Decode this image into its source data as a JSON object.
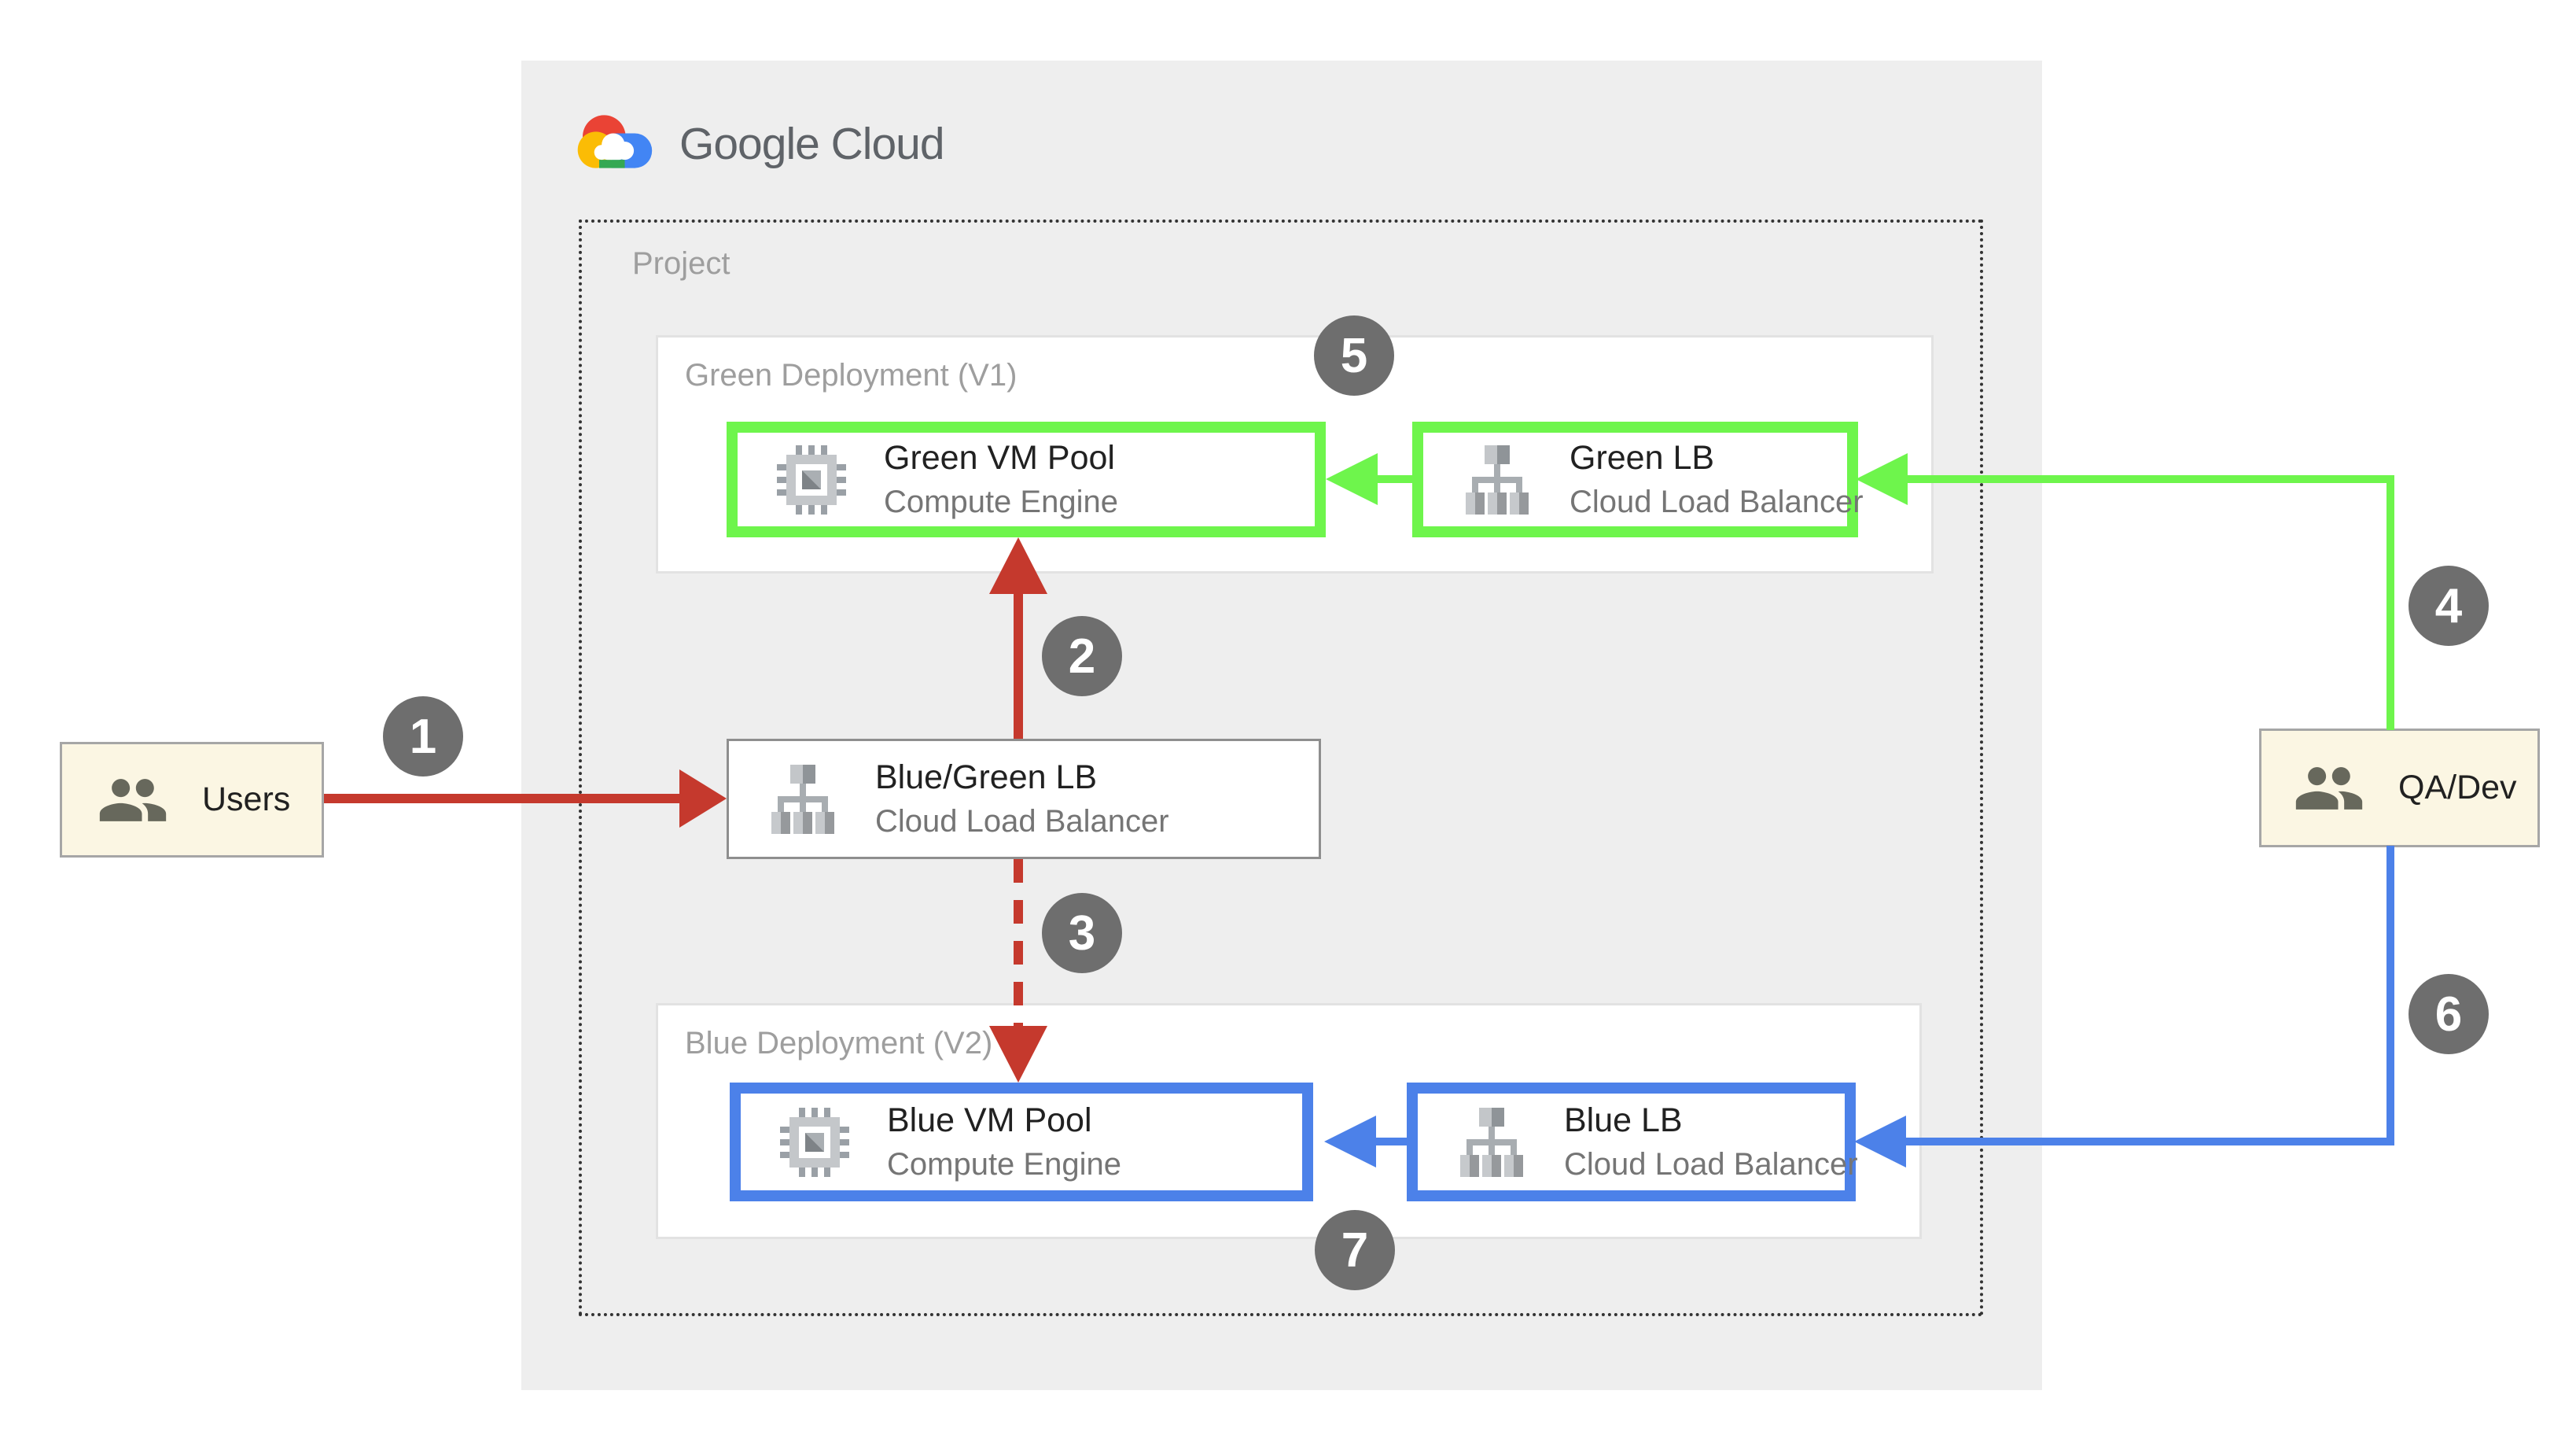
{
  "logo": {
    "text": "Google Cloud"
  },
  "project": {
    "label": "Project"
  },
  "green_deployment": {
    "label": "Green Deployment (V1)",
    "vm_pool": {
      "title": "Green VM Pool",
      "subtitle": "Compute Engine"
    },
    "lb": {
      "title": "Green LB",
      "subtitle": "Cloud Load Balancer"
    }
  },
  "blue_deployment": {
    "label": "Blue Deployment (V2)",
    "vm_pool": {
      "title": "Blue VM Pool",
      "subtitle": "Compute Engine"
    },
    "lb": {
      "title": "Blue LB",
      "subtitle": "Cloud Load Balancer"
    }
  },
  "router": {
    "title": "Blue/Green LB",
    "subtitle": "Cloud Load Balancer"
  },
  "users": {
    "label": "Users"
  },
  "qa_dev": {
    "label": "QA/Dev"
  },
  "steps": [
    "1",
    "2",
    "3",
    "4",
    "5",
    "6",
    "7"
  ],
  "colors": {
    "green_accent": "#6EF54C",
    "blue_accent": "#4C81E9",
    "red_accent": "#C5392D",
    "badge_gray": "#6E6E6E",
    "panel_gray": "#EEEEEE",
    "actor_cream": "#FBF6E3"
  }
}
